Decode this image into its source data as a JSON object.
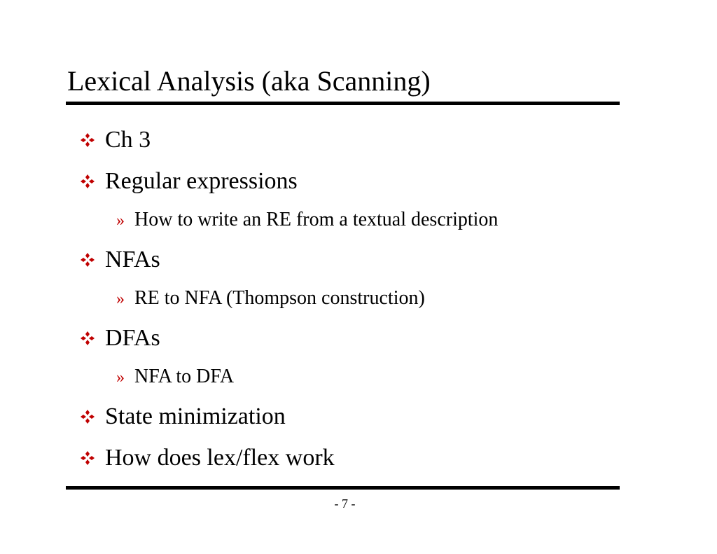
{
  "slide": {
    "title": "Lexical Analysis (aka Scanning)",
    "bullet_color": "#c00000",
    "items": [
      {
        "level": 1,
        "text": "Ch 3"
      },
      {
        "level": 1,
        "text": "Regular expressions"
      },
      {
        "level": 2,
        "text": "How to write an RE from a textual description"
      },
      {
        "level": 1,
        "text": "NFAs"
      },
      {
        "level": 2,
        "text": "RE to NFA (Thompson construction)"
      },
      {
        "level": 1,
        "text": "DFAs"
      },
      {
        "level": 2,
        "text": "NFA to DFA"
      },
      {
        "level": 1,
        "text": "State minimization"
      },
      {
        "level": 1,
        "text": "How does lex/flex work"
      }
    ],
    "page_number": "- 7 -",
    "icons": {
      "level1_bullet": "four-diamond-icon",
      "level2_bullet": "guillemet-icon"
    }
  }
}
